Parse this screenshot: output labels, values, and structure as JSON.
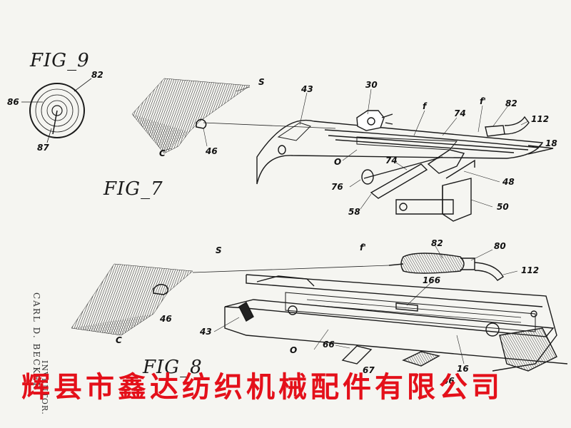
{
  "figures": {
    "fig9": "FIG_9",
    "fig7": "FIG_7",
    "fig8": "FIG_8"
  },
  "labels": {
    "fig9_82": "82",
    "fig9_86": "86",
    "fig9_87": "87",
    "fig7_S": "S",
    "fig7_C": "C",
    "fig7_46": "46",
    "fig7_43": "43",
    "fig7_30": "30",
    "fig7_f": "f",
    "fig7_74a": "74",
    "fig7_fprime": "f'",
    "fig7_82": "82",
    "fig7_112": "112",
    "fig7_18": "18",
    "fig7_O": "O",
    "fig7_74b": "74",
    "fig7_48": "48",
    "fig7_76": "76",
    "fig7_58": "58",
    "fig7_50": "50",
    "fig8_S": "S",
    "fig8_fprime": "f'",
    "fig8_82": "82",
    "fig8_80": "80",
    "fig8_112": "112",
    "fig8_166": "166",
    "fig8_46": "46",
    "fig8_C": "C",
    "fig8_43": "43",
    "fig8_O": "O",
    "fig8_66": "66",
    "fig8_67": "67",
    "fig8_46b": "46",
    "fig8_16": "16"
  },
  "inventor": "CARL D. BECKER",
  "inventor_suffix": "INVENTOR.",
  "watermark": "辉县市鑫达纺织机械配件有限公司",
  "colors": {
    "ink": "#1a1a1a",
    "paper": "#f5f5f1",
    "watermark": "#e4101a"
  }
}
